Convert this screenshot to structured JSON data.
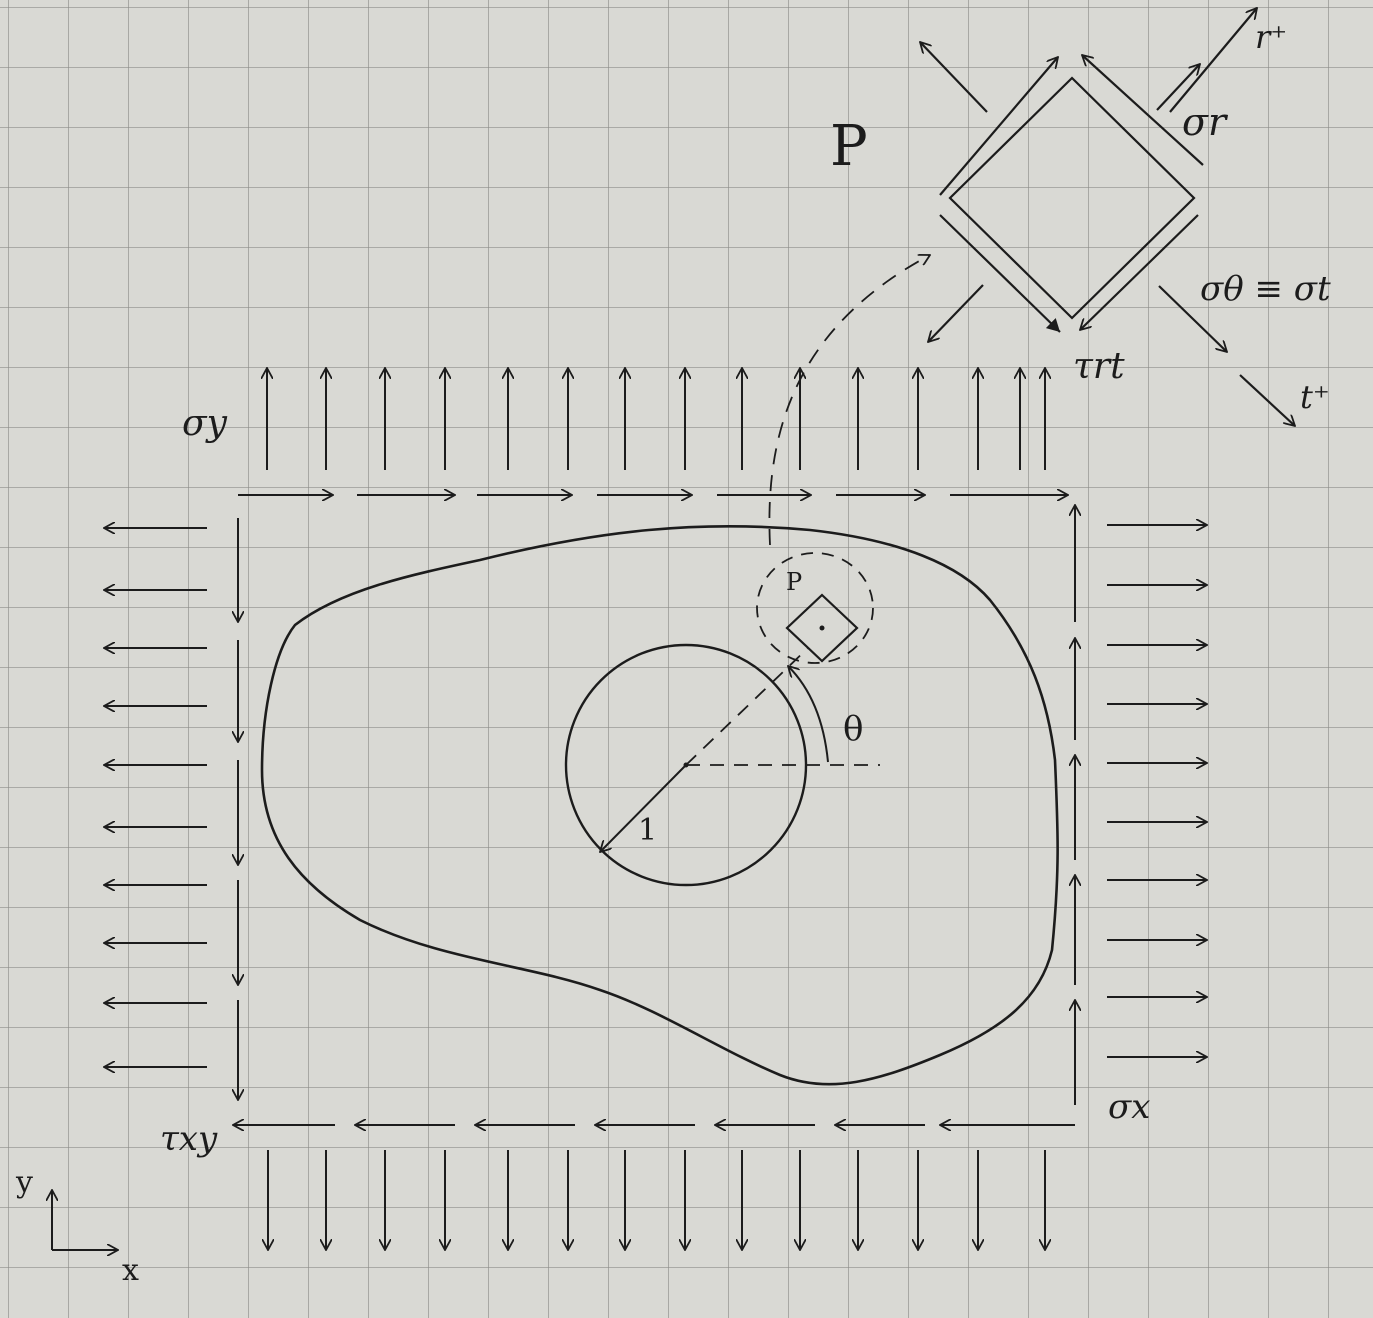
{
  "labels": {
    "sigma_y": "σy",
    "sigma_x": "σx",
    "tau_xy": "τxy",
    "axis_y": "y",
    "axis_x": "x",
    "point_main": "P",
    "point_small": "P",
    "angle": "θ",
    "radius": "1",
    "sigma_r": "σr",
    "r_plus": "r⁺",
    "sigma_theta": "σθ ≡ σt",
    "tau_rt": "τrt",
    "t_plus": "t⁺"
  },
  "colors": {
    "paper": "#d9d9d4",
    "grid": "#8d8d8a",
    "ink": "#1c1c1c"
  }
}
